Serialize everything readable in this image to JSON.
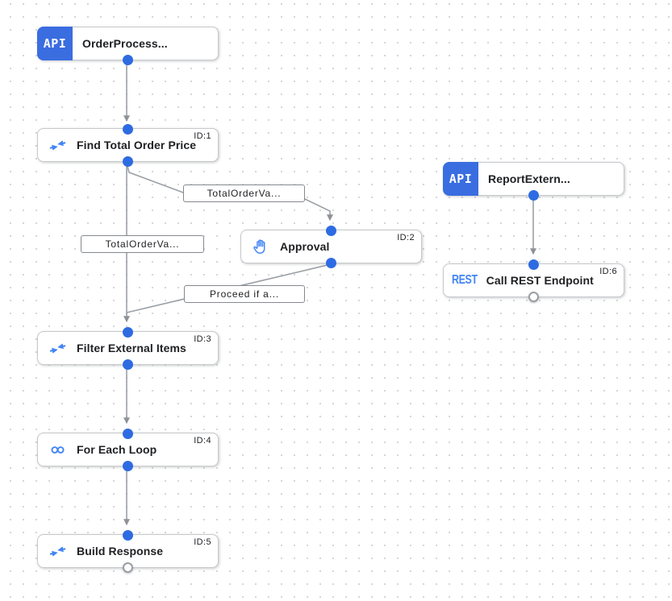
{
  "colors": {
    "accent_blue": "#3a6de0",
    "port_blue": "#2e6be2",
    "icon_blue": "#4285f4",
    "edge_gray": "#9aa0a6",
    "grid_dot": "#d6d6d6"
  },
  "nodes": [
    {
      "badge": "API",
      "title": "OrderProcess...",
      "icon": "api-badge"
    },
    {
      "title": "Find Total Order Price",
      "id_label": "ID:1",
      "icon": "data-mapping-icon"
    },
    {
      "title": "Approval",
      "id_label": "ID:2",
      "icon": "pan-tool-icon"
    },
    {
      "title": "Filter External Items",
      "id_label": "ID:3",
      "icon": "data-mapping-icon"
    },
    {
      "title": "For Each Loop",
      "id_label": "ID:4",
      "icon": "infinity-icon"
    },
    {
      "title": "Build Response",
      "id_label": "ID:5",
      "icon": "data-mapping-icon"
    },
    {
      "badge": "API",
      "title": "ReportExtern...",
      "icon": "api-badge"
    },
    {
      "badge": "REST",
      "title": "Call REST Endpoint",
      "id_label": "ID:6",
      "icon": "rest-badge"
    }
  ],
  "edge_labels": [
    {
      "text": "TotalOrderVa..."
    },
    {
      "text": "TotalOrderVa..."
    },
    {
      "text": "Proceed if a..."
    }
  ]
}
